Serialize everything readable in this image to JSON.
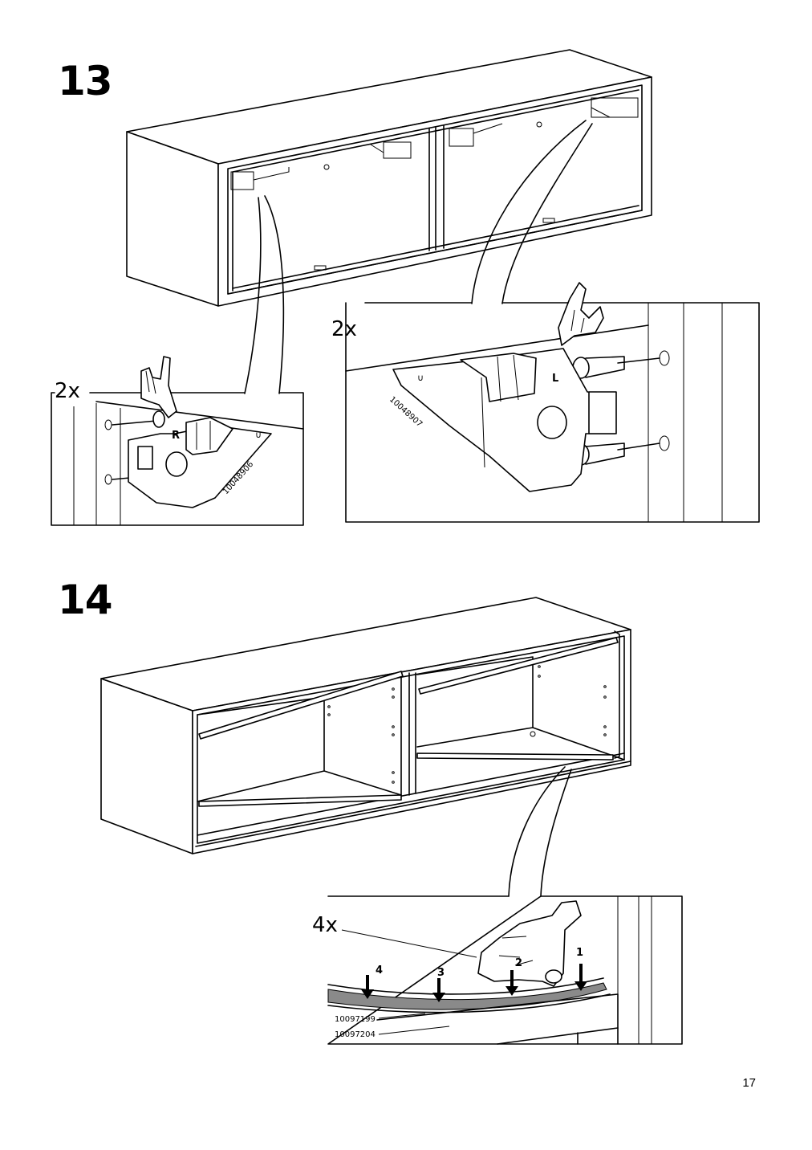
{
  "steps": [
    {
      "number": "13",
      "callouts": [
        {
          "quantity": "2x",
          "side_mark": "R",
          "part_number": "10048906"
        },
        {
          "quantity": "2x",
          "side_mark": "L",
          "part_number": "10048907"
        }
      ]
    },
    {
      "number": "14",
      "callouts": [
        {
          "quantity": "4x",
          "order_labels": [
            "1",
            "2",
            "3",
            "4"
          ],
          "part_numbers": [
            "10097199",
            "10097204"
          ]
        }
      ]
    }
  ],
  "page_number": "17"
}
